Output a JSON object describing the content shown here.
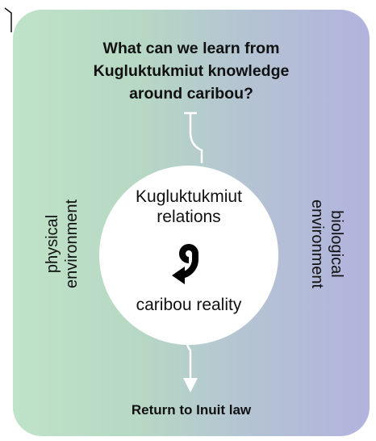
{
  "question": {
    "line1": "What can we learn from",
    "line2": "Kugluktukmiut knowledge",
    "line3": "around caribou?"
  },
  "left_label": {
    "line1": "physical",
    "line2": "environment"
  },
  "right_label": {
    "line1": "biological",
    "line2": "environment"
  },
  "center": {
    "top_line1": "Kugluktukmiut",
    "top_line2": "relations",
    "bottom": "caribou reality",
    "icon": "cycle-arrow-icon"
  },
  "footer": "Return to Inuit law",
  "colors": {
    "gradient_left": "#bfe3c8",
    "gradient_right": "#b2b3de",
    "circle": "#ffffff",
    "connector": "#ffffff",
    "text": "#111111"
  }
}
